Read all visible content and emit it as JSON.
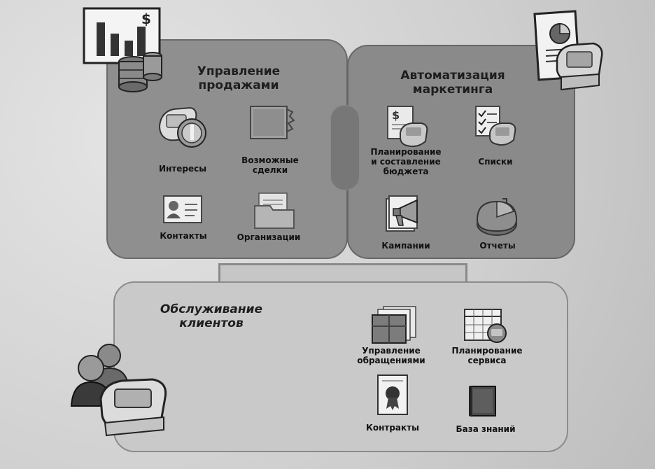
{
  "sales": {
    "title_line1": "Управление",
    "title_line2": "продажами",
    "items": [
      {
        "label": "Интересы"
      },
      {
        "label_line1": "Возможные",
        "label_line2": "сделки"
      },
      {
        "label": "Контакты"
      },
      {
        "label": "Организации"
      }
    ]
  },
  "marketing": {
    "title_line1": "Автоматизация",
    "title_line2": "маркетинга",
    "items": [
      {
        "label_line1": "Планирование",
        "label_line2": "и составление",
        "label_line3": "бюджета"
      },
      {
        "label": "Списки"
      },
      {
        "label": "Кампании"
      },
      {
        "label": "Отчеты"
      }
    ]
  },
  "service": {
    "title_line1": "Обслуживание",
    "title_line2": "клиентов",
    "items": [
      {
        "label_line1": "Управление",
        "label_line2": "обращениями"
      },
      {
        "label_line1": "Планирование",
        "label_line2": "сервиса"
      },
      {
        "label": "Контракты"
      },
      {
        "label": "База знаний"
      }
    ]
  },
  "icons": {
    "sales_corner": "bar-chart-dollar-coins-icon",
    "marketing_corner": "report-pie-chart-phone-icon",
    "service_corner": "users-phone-icon"
  }
}
